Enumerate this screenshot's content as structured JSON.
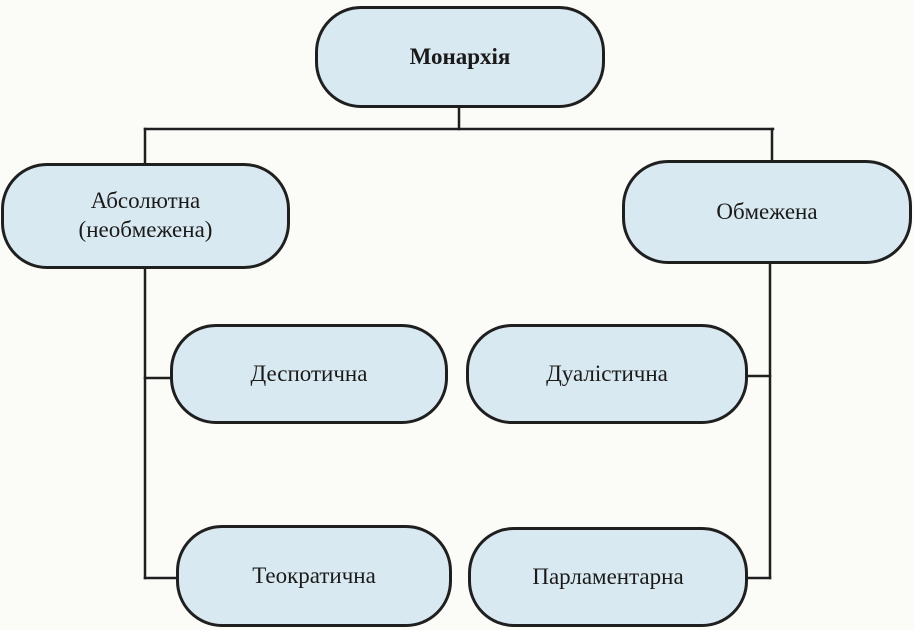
{
  "diagram": {
    "root": {
      "label": "Монархія"
    },
    "absolute": {
      "line1": "Абсолютна",
      "line2": "(необмежена)"
    },
    "limited": {
      "label": "Обмежена"
    },
    "despotic": {
      "label": "Деспотична"
    },
    "theocratic": {
      "label": "Теократична"
    },
    "dualistic": {
      "label": "Дуалістична"
    },
    "parliamentary": {
      "label": "Парламентарна"
    }
  },
  "colors": {
    "node_fill": "#d9e9f1",
    "node_border": "#1f1f1f",
    "connector": "#1f1f1f"
  }
}
